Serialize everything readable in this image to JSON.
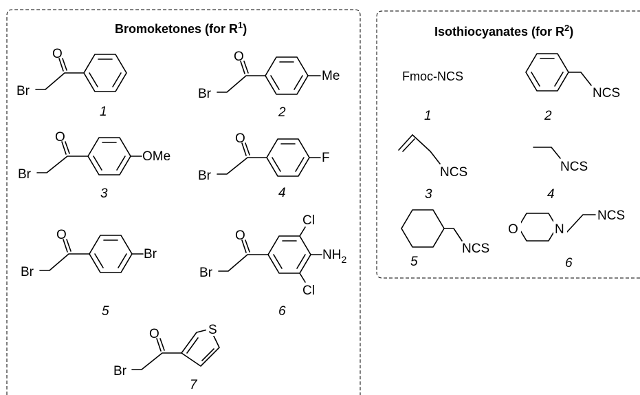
{
  "panels": {
    "bromoketones": {
      "title_main": "Bromoketones  (for R",
      "title_sup": "1",
      "title_end": ")"
    },
    "isothiocyanates": {
      "title_main": "Isothiocyanates  (for R",
      "title_sup": "2",
      "title_end": ")"
    }
  },
  "atoms": {
    "br": "Br",
    "o": "O",
    "s": "S",
    "me": "Me",
    "ome": "OMe",
    "f": "F",
    "cl": "Cl",
    "nh": "NH",
    "two": "2",
    "ncs": "NCS",
    "n": "N",
    "fmoc_ncs": "Fmoc-NCS"
  },
  "bromoketones": [
    {
      "number": "1"
    },
    {
      "number": "2"
    },
    {
      "number": "3"
    },
    {
      "number": "4"
    },
    {
      "number": "5"
    },
    {
      "number": "6"
    },
    {
      "number": "7"
    }
  ],
  "isothiocyanates": [
    {
      "number": "1"
    },
    {
      "number": "2"
    },
    {
      "number": "3"
    },
    {
      "number": "4"
    },
    {
      "number": "5"
    },
    {
      "number": "6"
    }
  ]
}
